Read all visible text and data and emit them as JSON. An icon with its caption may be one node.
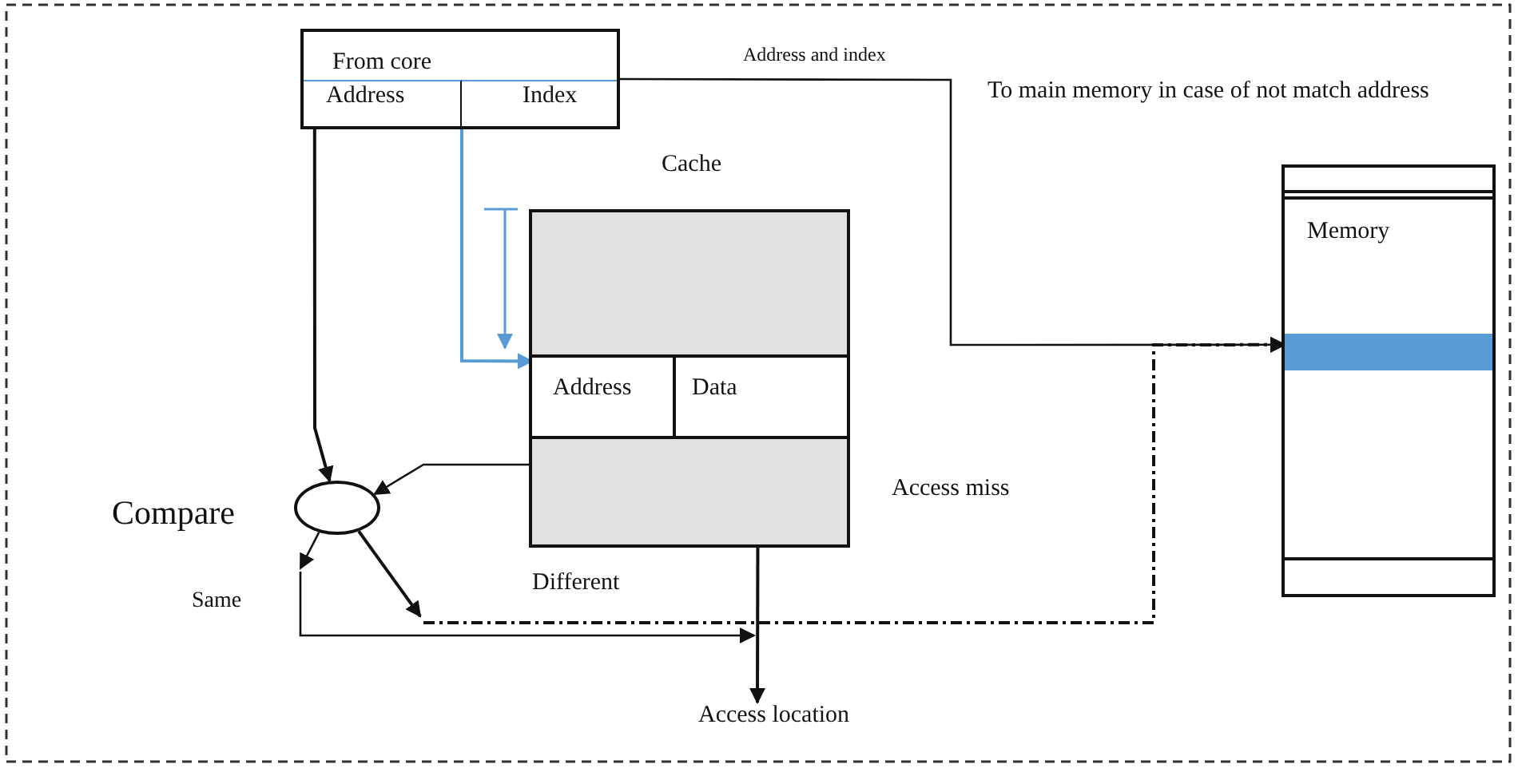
{
  "diagram": {
    "nodes": [
      {
        "text": [
          "From core"
        ]
      },
      {
        "text": [
          "Address"
        ],
        "in": 0
      },
      {
        "text": [
          "Index"
        ],
        "in": 0
      },
      {
        "text": [
          "Cache"
        ]
      },
      {
        "text": [
          "Address"
        ],
        "in": 3
      },
      {
        "text": [
          "Data"
        ],
        "in": 3
      },
      {
        "text": [
          "Compare"
        ]
      },
      {
        "text": [
          "Memory"
        ]
      },
      {
        "text": [],
        "shape": "bar",
        "in": 7
      },
      {
        "text": [
          "Access location"
        ]
      }
    ],
    "edges": [
      {
        "from": 1,
        "to": 6,
        "arrow": "to"
      },
      {
        "from": 2,
        "to": 4,
        "arrow": "to",
        "color": "#5b9bd5"
      },
      {
        "from": 4,
        "to": 6,
        "arrow": "to"
      },
      {
        "from": 0,
        "to": 8,
        "label": "Address and index",
        "arrow": "to"
      },
      {
        "from": 6,
        "to": 8,
        "label": "Different",
        "arrow": "to",
        "style": "dashed"
      },
      {
        "from": 6,
        "to": null,
        "label": "Same",
        "arrow": "to"
      },
      {
        "from": 5,
        "to": 9,
        "arrow": "both"
      }
    ],
    "labels": [
      "To main memory in case of not match address",
      "Access miss"
    ]
  }
}
